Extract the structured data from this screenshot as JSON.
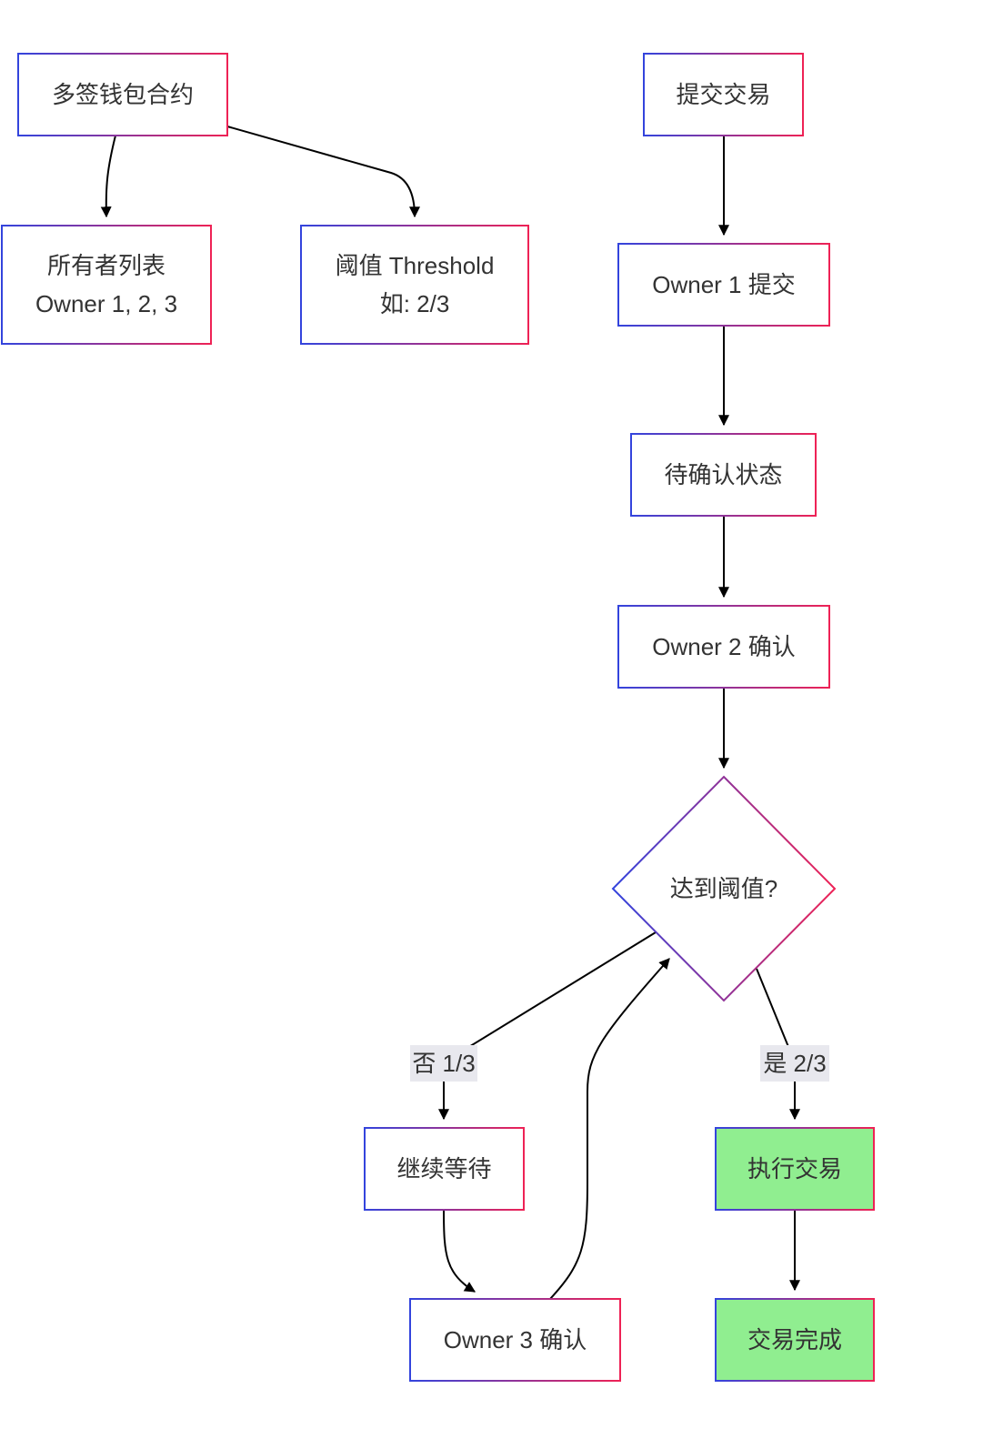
{
  "diagram": {
    "type": "flowchart",
    "colors": {
      "border_start": "#3344dd",
      "border_end": "#ee2255",
      "node_fill": "#ffffff",
      "success_fill": "#90ee90",
      "edge": "#000000",
      "label_bg": "#e8e8ee",
      "text": "#333333"
    },
    "nodes": [
      {
        "id": "multisig",
        "lines": [
          "多签钱包合约"
        ]
      },
      {
        "id": "owners",
        "lines": [
          "所有者列表",
          "Owner 1, 2, 3"
        ]
      },
      {
        "id": "threshold",
        "lines": [
          "阈值 Threshold",
          "如: 2/3"
        ]
      },
      {
        "id": "submit",
        "lines": [
          "提交交易"
        ]
      },
      {
        "id": "owner1",
        "lines": [
          "Owner 1 提交"
        ]
      },
      {
        "id": "pending",
        "lines": [
          "待确认状态"
        ]
      },
      {
        "id": "owner2",
        "lines": [
          "Owner 2 确认"
        ]
      },
      {
        "id": "decision",
        "lines": [
          "达到阈值?"
        ]
      },
      {
        "id": "wait",
        "lines": [
          "继续等待"
        ]
      },
      {
        "id": "owner3",
        "lines": [
          "Owner 3 确认"
        ]
      },
      {
        "id": "execute",
        "lines": [
          "执行交易"
        ]
      },
      {
        "id": "done",
        "lines": [
          "交易完成"
        ]
      }
    ],
    "edges": [
      {
        "from": "multisig",
        "to": "owners",
        "label": ""
      },
      {
        "from": "multisig",
        "to": "threshold",
        "label": ""
      },
      {
        "from": "submit",
        "to": "owner1",
        "label": ""
      },
      {
        "from": "owner1",
        "to": "pending",
        "label": ""
      },
      {
        "from": "pending",
        "to": "owner2",
        "label": ""
      },
      {
        "from": "owner2",
        "to": "decision",
        "label": ""
      },
      {
        "from": "decision",
        "to": "wait",
        "label": "否 1/3"
      },
      {
        "from": "decision",
        "to": "execute",
        "label": "是 2/3"
      },
      {
        "from": "wait",
        "to": "owner3",
        "label": ""
      },
      {
        "from": "owner3",
        "to": "decision",
        "label": ""
      },
      {
        "from": "execute",
        "to": "done",
        "label": ""
      }
    ]
  }
}
